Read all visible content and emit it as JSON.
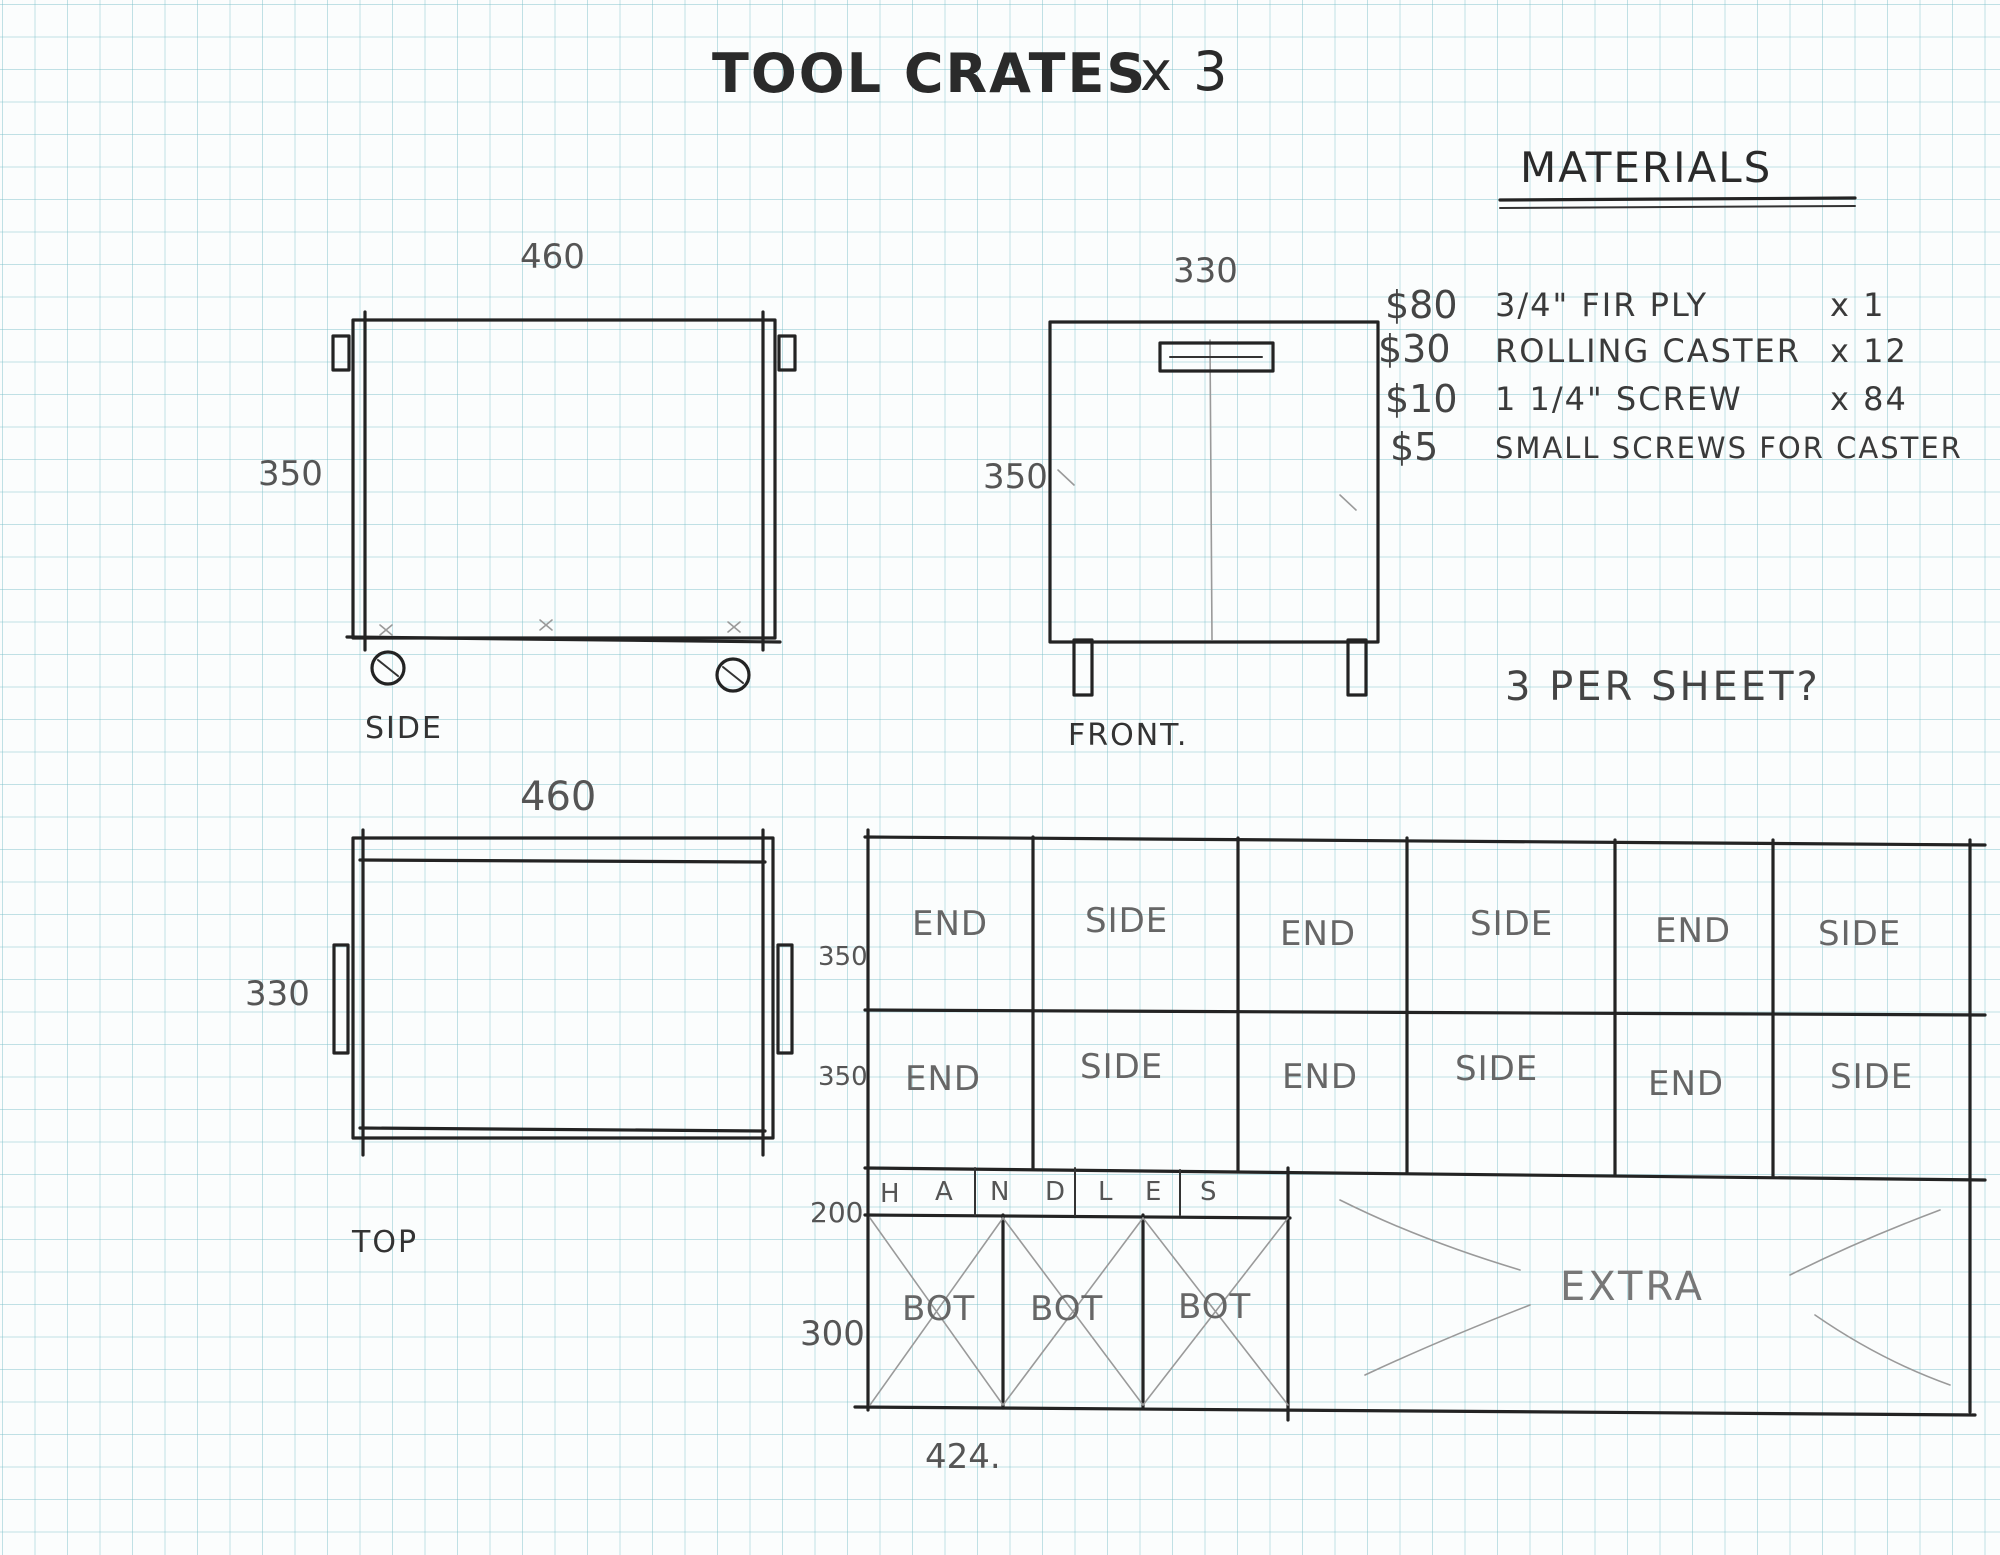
{
  "title": "TOOL CRATES",
  "title_qty": "x 3",
  "materials": {
    "heading": "MATERIALS",
    "items": [
      {
        "price": "$80",
        "desc": "3/4\" FIR PLY",
        "qty": "x 1"
      },
      {
        "price": "$30",
        "desc": "ROLLING CASTER",
        "qty": "x 12"
      },
      {
        "price": "$10",
        "desc": "1 1/4\" SCREW",
        "qty": "x 84"
      },
      {
        "price": "$5",
        "desc": "SMALL SCREWS FOR CASTER",
        "qty": ""
      }
    ]
  },
  "note": "3 PER SHEET?",
  "views": {
    "side": {
      "label": "SIDE",
      "width": "460",
      "height": "350"
    },
    "front": {
      "label": "FRONT.",
      "width": "330",
      "height": "350"
    },
    "top": {
      "label": "TOP",
      "width": "460",
      "height": "330"
    }
  },
  "cut_sheet": {
    "row1": [
      "END",
      "SIDE",
      "END",
      "SIDE",
      "END",
      "SIDE"
    ],
    "row2": [
      "END",
      "SIDE",
      "END",
      "SIDE",
      "END",
      "SIDE"
    ],
    "row_dims": [
      "350",
      "350",
      "200",
      "300"
    ],
    "handles": [
      "H",
      "A",
      "N",
      "D",
      "L",
      "E",
      "S"
    ],
    "bottoms": [
      "BOT",
      "BOT",
      "BOT"
    ],
    "bottom_width": "424.",
    "extra": "EXTRA"
  }
}
